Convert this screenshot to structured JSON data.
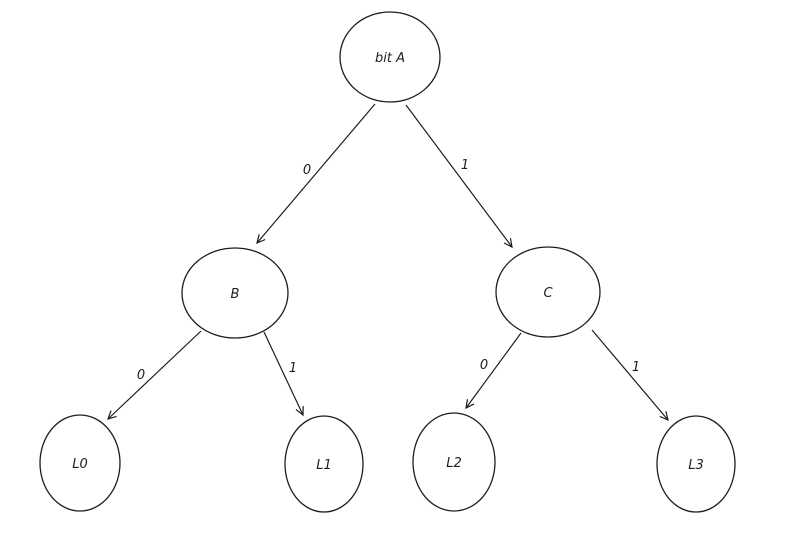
{
  "diagram": {
    "type": "tree",
    "colors": {
      "stroke": "#1e1e1e",
      "background": "#ffffff"
    },
    "nodes": [
      {
        "id": "A",
        "label": "bit A"
      },
      {
        "id": "B",
        "label": "B"
      },
      {
        "id": "C",
        "label": "C"
      },
      {
        "id": "L0",
        "label": "L0"
      },
      {
        "id": "L1",
        "label": "L1"
      },
      {
        "id": "L2",
        "label": "L2"
      },
      {
        "id": "L3",
        "label": "L3"
      }
    ],
    "edges": [
      {
        "from": "A",
        "to": "B",
        "label": "0"
      },
      {
        "from": "A",
        "to": "C",
        "label": "1"
      },
      {
        "from": "B",
        "to": "L0",
        "label": "0"
      },
      {
        "from": "B",
        "to": "L1",
        "label": "1"
      },
      {
        "from": "C",
        "to": "L2",
        "label": "0"
      },
      {
        "from": "C",
        "to": "L3",
        "label": "1"
      }
    ]
  }
}
